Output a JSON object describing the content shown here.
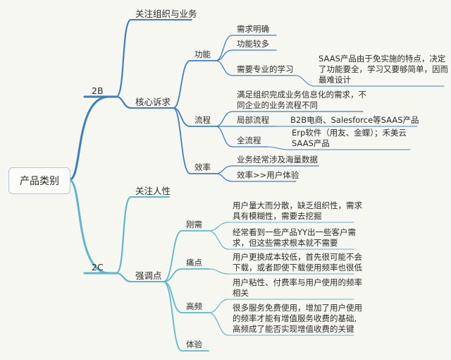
{
  "root": "产品类别",
  "b2b": {
    "label": "2B",
    "focus": "关注组织与业务",
    "core": "核心诉求",
    "func": {
      "label": "功能",
      "items": [
        "需求明确",
        "功能较多",
        "需要专业的学习"
      ],
      "note": [
        "SAAS产品由于免实施的特点，决定",
        "了功能要全，学习又要够简单，因而",
        "最难设计"
      ]
    },
    "flow": {
      "label": "流程",
      "top": [
        "满足组织完成业务信息化的需求，不",
        "同企业的业务流程不同"
      ],
      "partial": "局部流程",
      "partial_note": "B2B电商、Salesforce等SAAS产品",
      "full": "全流程",
      "full_note": [
        "Erp软件（用友、金蝶）；禾美云",
        "SAAS产品"
      ]
    },
    "eff": {
      "label": "效率",
      "items": [
        "业务经常涉及海量数据",
        "效率>>用户体验"
      ]
    }
  },
  "b2c": {
    "label": "2C",
    "focus": "关注人性",
    "stress": "强调点",
    "rigid": {
      "label": "刚需",
      "notes": [
        [
          "用户量大而分散，缺乏组织性，需求",
          "具有模糊性，需要去挖掘"
        ],
        [
          "经常看到一些产品YY出一些客户需",
          "求，但这些需求根本就不需要"
        ]
      ]
    },
    "pain": {
      "label": "痛点",
      "note": [
        "用户更换成本较低，首先很可能不会",
        "下载，或者即使下载使用频率也很低"
      ]
    },
    "freq": {
      "label": "高频",
      "notes": [
        [
          "用户粘性、付费率与用户使用的频率",
          "相关"
        ],
        [
          "很多服务免费使用，增加了用户使用",
          "的频率才能有增值服务收费的基础,",
          "高频成了能否实现增值收费的关键"
        ]
      ]
    },
    "exp": {
      "label": "体验"
    }
  },
  "colors": {
    "b2b": "#3a7fc1",
    "b2c": "#5ab8c9",
    "bg": "#f7f7f2"
  }
}
